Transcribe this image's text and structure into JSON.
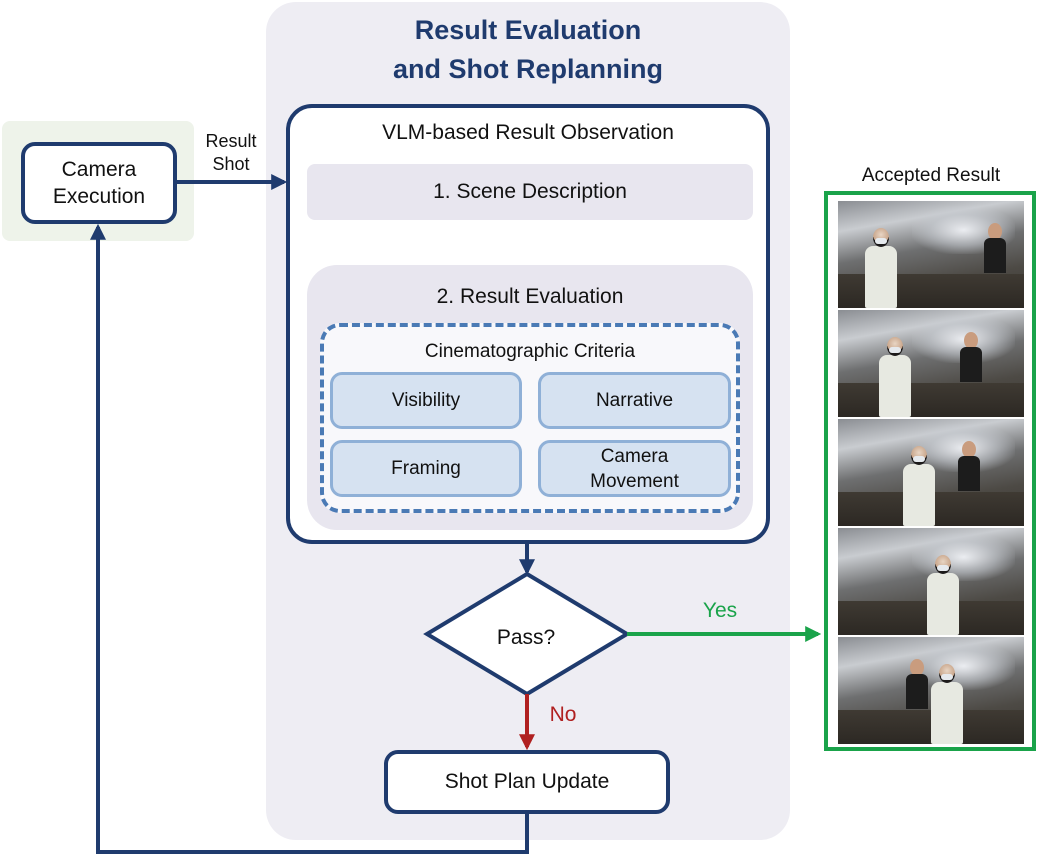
{
  "panel": {
    "title_line1": "Result Evaluation",
    "title_line2": "and Shot Replanning"
  },
  "camera": {
    "line1": "Camera",
    "line2": "Execution"
  },
  "result_shot": {
    "line1": "Result",
    "line2": "Shot"
  },
  "vlm": {
    "title": "VLM-based Result Observation",
    "scene_description": "1. Scene Description",
    "result_evaluation": "2. Result Evaluation",
    "criteria_title": "Cinematographic Criteria",
    "criteria": [
      "Visibility",
      "Narrative",
      "Framing",
      "Camera Movement"
    ]
  },
  "decision": {
    "question": "Pass?",
    "yes": "Yes",
    "no": "No"
  },
  "update": {
    "label": "Shot Plan Update"
  },
  "accepted": {
    "label": "Accepted Result",
    "frame_count": 5
  },
  "colors": {
    "navy": "#1f3b6e",
    "green": "#1aa34a",
    "red": "#b02020",
    "panel_bg": "#eeedf3",
    "criteria_fill": "#d6e2f1",
    "criteria_border": "#8fb0d7",
    "dashed_border": "#4a7ab5"
  }
}
